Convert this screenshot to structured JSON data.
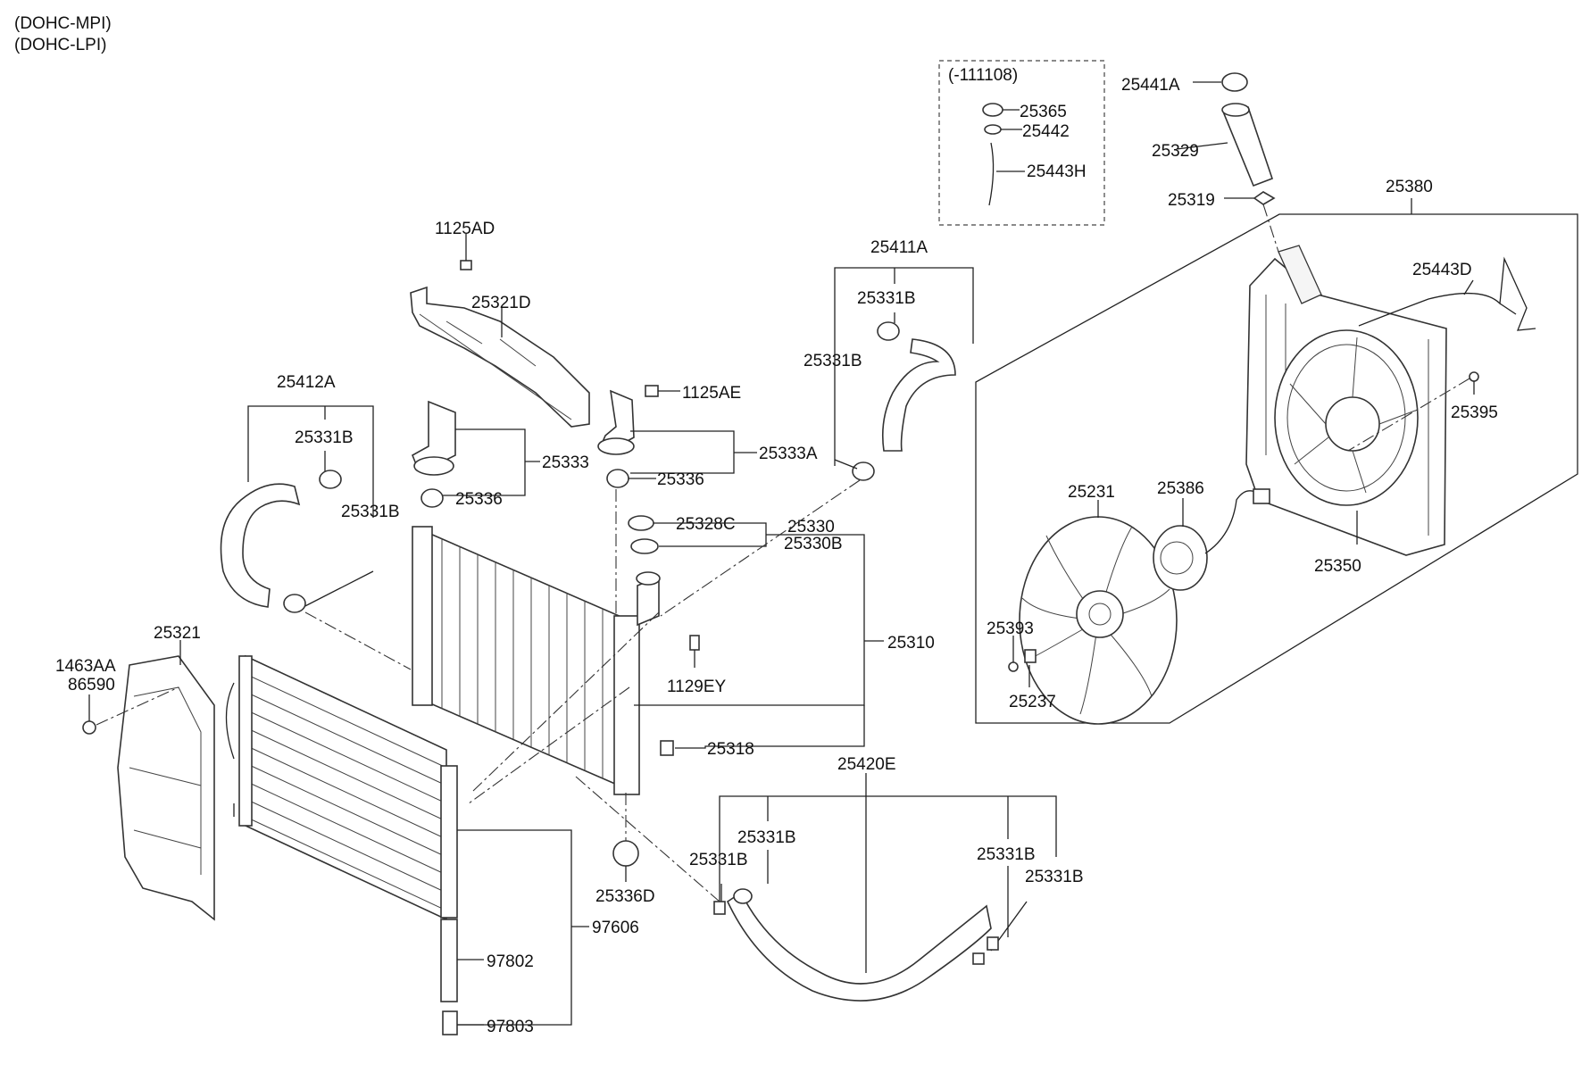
{
  "header": {
    "line1": "(DOHC-MPI)",
    "line2": "(DOHC-LPI)"
  },
  "inset_label": "(-111108)",
  "callouts": {
    "c1125AD": "1125AD",
    "c25321D": "25321D",
    "c1125AE": "1125AE",
    "c25333": "25333",
    "c25333A": "25333A",
    "c25336_left": "25336",
    "c25336_right": "25336",
    "c25412A": "25412A",
    "c25331B_a": "25331B",
    "c25331B_b": "25331B",
    "c25411A": "25411A",
    "c25331B_c": "25331B",
    "c25331B_d": "25331B",
    "c25328C": "25328C",
    "c25330": "25330",
    "c25330B": "25330B",
    "c25310": "25310",
    "c1129EY": "1129EY",
    "c25318": "25318",
    "c25321": "25321",
    "c1463AA": "1463AA",
    "c86590": "86590",
    "c25336D": "25336D",
    "c97606": "97606",
    "c97802": "97802",
    "c97803": "97803",
    "c25420E": "25420E",
    "c25331B_e": "25331B",
    "c25331B_f": "25331B",
    "c25331B_g": "25331B",
    "c25331B_h": "25331B",
    "c25365": "25365",
    "c25442": "25442",
    "c25443H": "25443H",
    "c25441A": "25441A",
    "c25329": "25329",
    "c25319": "25319",
    "c25380": "25380",
    "c25443D": "25443D",
    "c25395": "25395",
    "c25231": "25231",
    "c25386": "25386",
    "c25350": "25350",
    "c25393": "25393",
    "c25237": "25237"
  }
}
